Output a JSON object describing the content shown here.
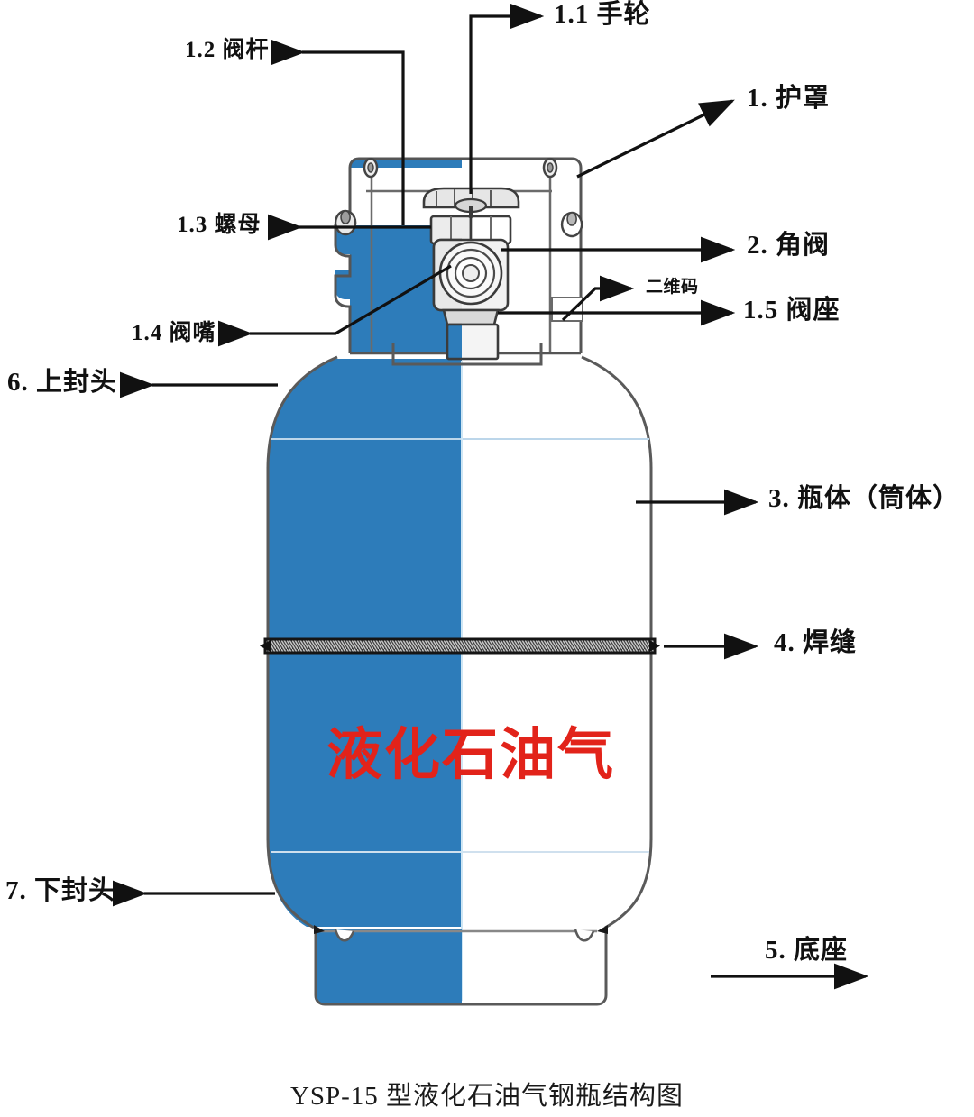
{
  "figure": {
    "caption": "YSP-15 型液化石油气钢瓶结构图",
    "brand_text": "液化石油气",
    "brand_color": "#e2231a",
    "body_fill": "#2d7cba",
    "outline_color": "#555555",
    "weld_color": "#3a3a3a",
    "background": "#ffffff"
  },
  "labels": {
    "handwheel": {
      "id": "1.1",
      "text": "1.1  手轮"
    },
    "stem": {
      "id": "1.2",
      "text": "1.2 阀杆"
    },
    "nut": {
      "id": "1.3",
      "text": "1.3 螺母"
    },
    "nozzle": {
      "id": "1.4",
      "text": "1.4 阀嘴"
    },
    "valve_seat": {
      "id": "1.5",
      "text": "1.5 阀座"
    },
    "guard": {
      "id": "1",
      "text": "1.  护罩"
    },
    "angle_valve": {
      "id": "2",
      "text": "2.  角阀"
    },
    "qr_code": {
      "id": "",
      "text": "二维码"
    },
    "shell": {
      "id": "3",
      "text": "3. 瓶体（筒体）"
    },
    "weld": {
      "id": "4",
      "text": "4. 焊缝"
    },
    "base": {
      "id": "5",
      "text": "5. 底座"
    },
    "upper_head": {
      "id": "6",
      "text": "6. 上封头"
    },
    "lower_head": {
      "id": "7",
      "text": "7. 下封头"
    }
  }
}
